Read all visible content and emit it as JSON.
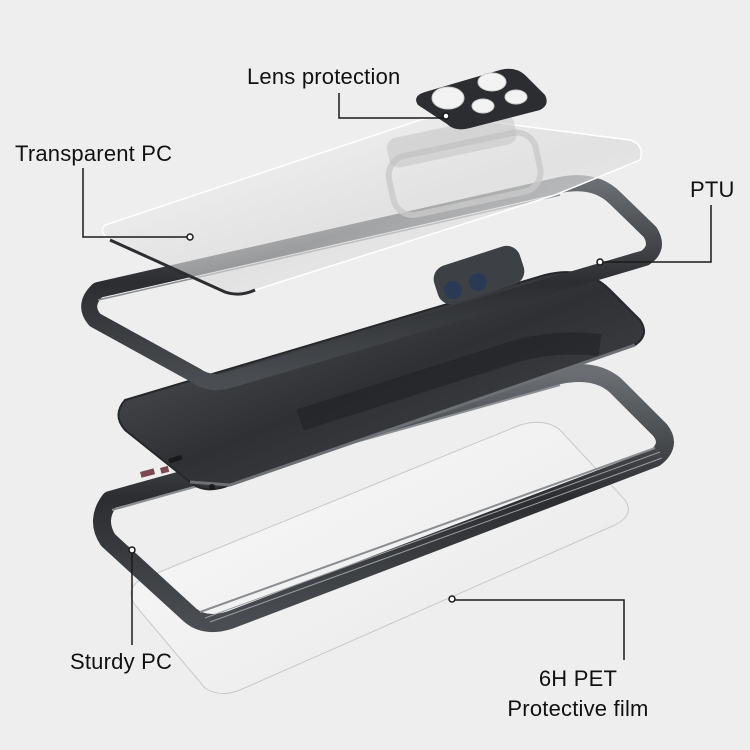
{
  "figure": {
    "background_color": "#eeeeee",
    "subject": "Exploded view of a waterproof phone case"
  },
  "callouts": [
    {
      "id": "lens",
      "label": "Lens protection"
    },
    {
      "id": "transparent",
      "label": "Transparent PC"
    },
    {
      "id": "ptu",
      "label": "PTU"
    },
    {
      "id": "sturdy",
      "label": "Sturdy PC"
    },
    {
      "id": "pet",
      "label_line1": "6H PET",
      "label_line2": "Protective film"
    }
  ],
  "colors": {
    "frame_dark": "#2b2d30",
    "frame_mid": "#55585c",
    "frame_light": "#8a8d91",
    "phone_body": "#3a3c3f",
    "clear_panel": "#f7f7f7",
    "leader_line": "#1a1a1a"
  }
}
